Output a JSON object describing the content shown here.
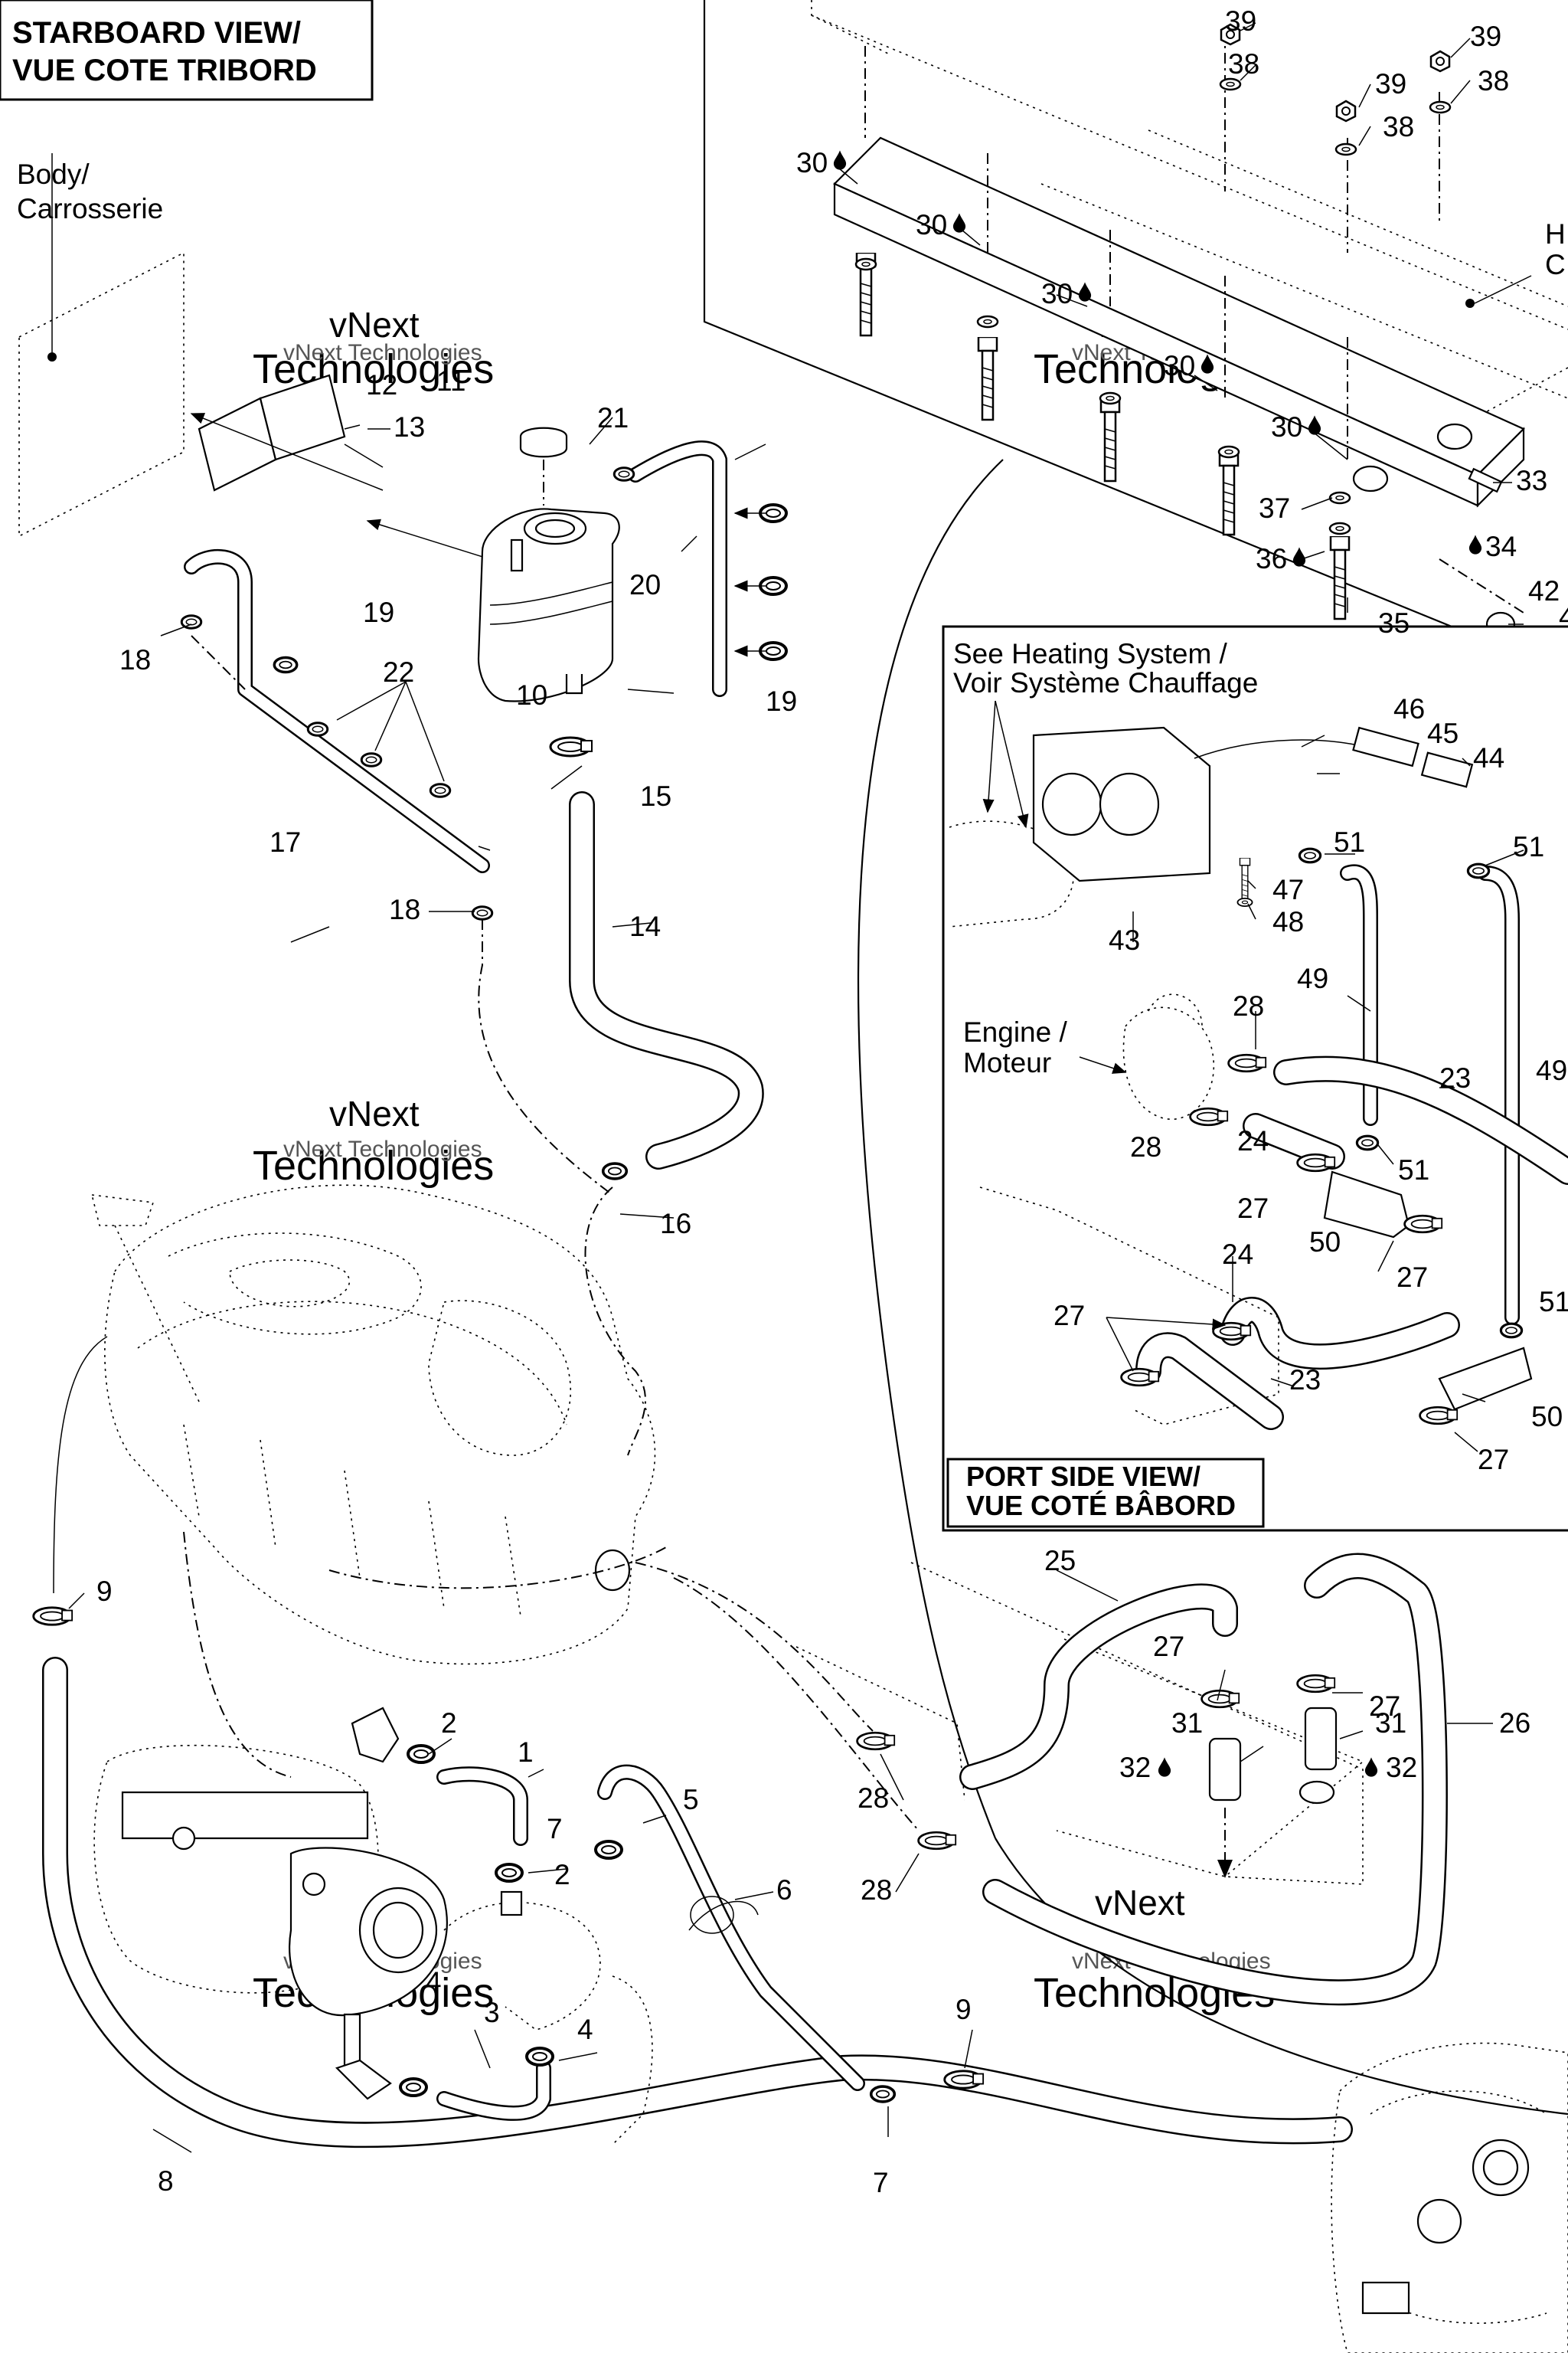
{
  "views": {
    "starboard_title_line1": "STARBOARD VIEW/",
    "starboard_title_line2": "VUE COTE TRIBORD",
    "port_title_line1": "PORT SIDE VIEW/",
    "port_title_line2": "VUE COTÉ BÂBORD"
  },
  "labels": {
    "body_line1": "Body/",
    "body_line2": "Carrosserie",
    "heating_line1": "See Heating System /",
    "heating_line2": "Voir Système Chauffage",
    "engine_line1": "Engine /",
    "engine_line2": "Moteur",
    "hull_line1": "H",
    "hull_line2": "C"
  },
  "watermark": {
    "line1": "vNext",
    "line2": "Technologies",
    "small": "vNext Technologies"
  },
  "callouts": {
    "c1": "1",
    "c2a": "2",
    "c2b": "2",
    "c3": "3",
    "c4a": "4",
    "c4b": "4",
    "c5": "5",
    "c6": "6",
    "c7a": "7",
    "c7b": "7",
    "c8": "8",
    "c9a": "9",
    "c9b": "9",
    "c10": "10",
    "c11": "11",
    "c12": "12",
    "c13": "13",
    "c14": "14",
    "c15": "15",
    "c16": "16",
    "c17": "17",
    "c18a": "18",
    "c18b": "18",
    "c19a": "19",
    "c19b": "19",
    "c20": "20",
    "c21": "21",
    "c22": "22",
    "c23a": "23",
    "c23b": "23",
    "c24a": "24",
    "c24b": "24",
    "c25": "25",
    "c26": "26",
    "c27a": "27",
    "c27b": "27",
    "c27c": "27",
    "c27d": "27",
    "c27e": "27",
    "c27f": "27",
    "c28a": "28",
    "c28b": "28",
    "c28c": "28",
    "c28d": "28",
    "c30a": "30",
    "c30b": "30",
    "c30c": "30",
    "c30d": "30",
    "c30e": "30",
    "c31a": "31",
    "c31b": "31",
    "c32a": "32",
    "c32b": "32",
    "c33": "33",
    "c34": "34",
    "c35": "35",
    "c36": "36",
    "c37": "37",
    "c38a": "38",
    "c38b": "38",
    "c38c": "38",
    "c39a": "39",
    "c39b": "39",
    "c39c": "39",
    "c42": "42",
    "c42b": "4",
    "c43": "43",
    "c44": "44",
    "c45": "45",
    "c46": "46",
    "c47": "47",
    "c48": "48",
    "c49a": "49",
    "c49b": "49",
    "c50a": "50",
    "c50b": "50",
    "c51a": "51",
    "c51b": "51",
    "c51c": "51",
    "c51d": "51"
  },
  "icons": {
    "drop": "sealant-drop-icon"
  }
}
